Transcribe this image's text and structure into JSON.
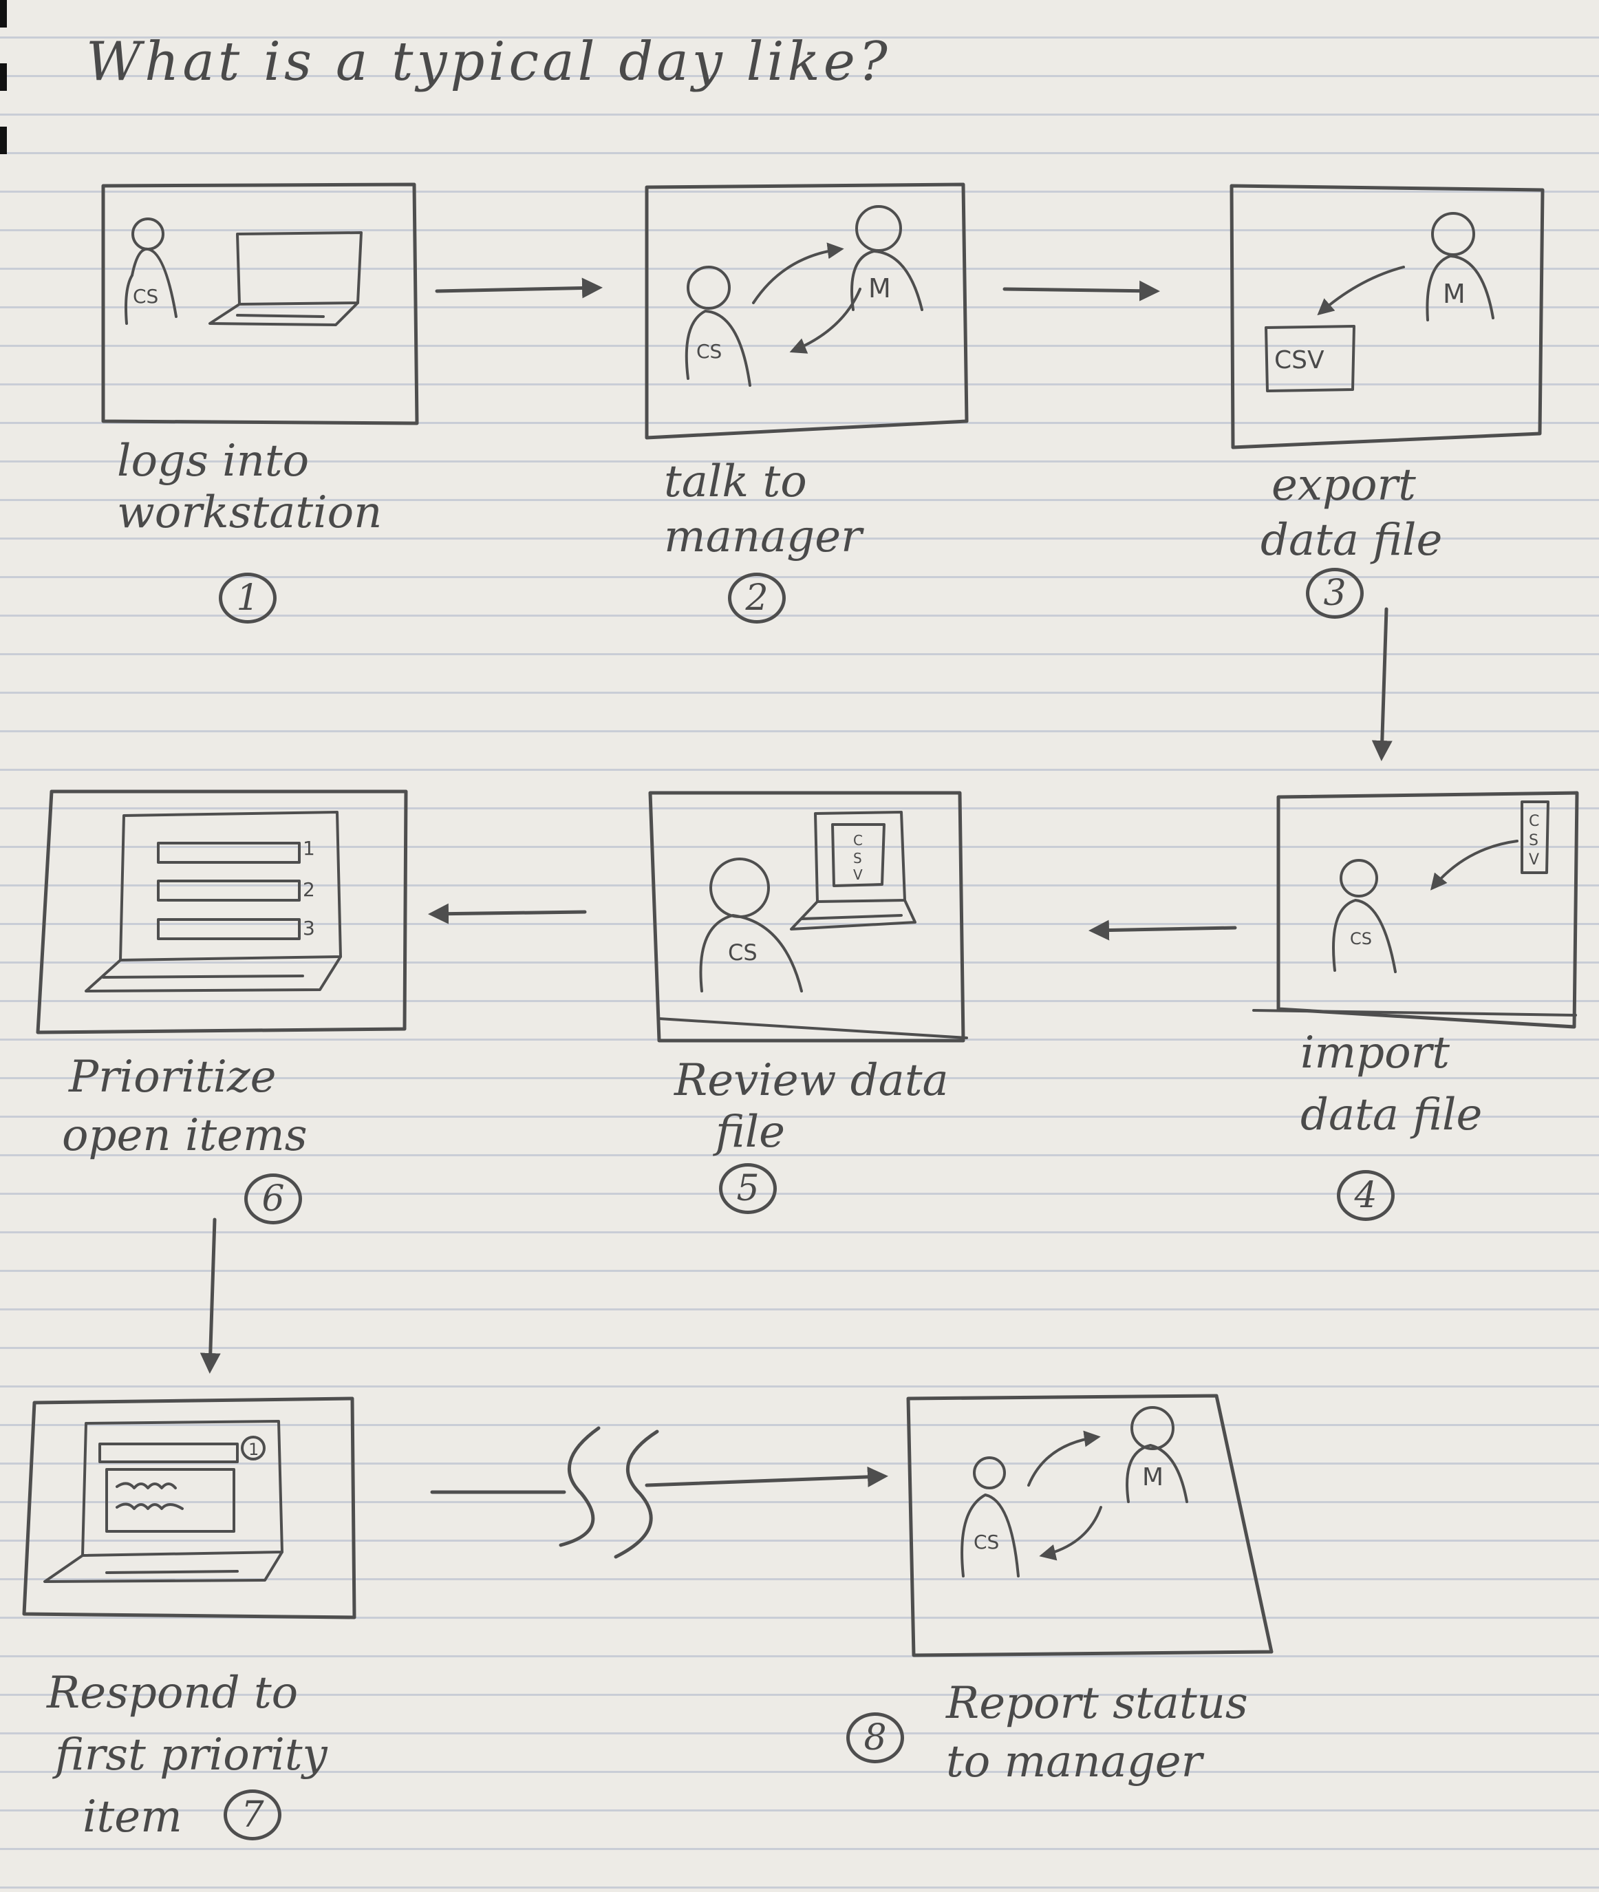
{
  "title": "What is a typical day like?",
  "steps": [
    {
      "number": "1",
      "caption": [
        "logs into",
        "workstation"
      ]
    },
    {
      "number": "2",
      "caption": [
        "talk to",
        "manager"
      ]
    },
    {
      "number": "3",
      "caption": [
        "export",
        "data file"
      ]
    },
    {
      "number": "4",
      "caption": [
        "import",
        "data file"
      ]
    },
    {
      "number": "5",
      "caption": [
        "Review data",
        "file"
      ]
    },
    {
      "number": "6",
      "caption": [
        "Prioritize",
        "open items"
      ]
    },
    {
      "number": "7",
      "caption": [
        "Respond to",
        "first priority",
        "item"
      ]
    },
    {
      "number": "8",
      "caption": [
        "Report status",
        "to manager"
      ]
    }
  ],
  "sketch_labels": {
    "customer_service": "CS",
    "manager": "M",
    "file_type": "CSV",
    "list_numbers": [
      "1",
      "2",
      "3"
    ],
    "notification_count": "1"
  },
  "colors": {
    "paper": "#edebe6",
    "rule_lines": "#c9cdd6",
    "pencil": "#4e4e4e"
  }
}
